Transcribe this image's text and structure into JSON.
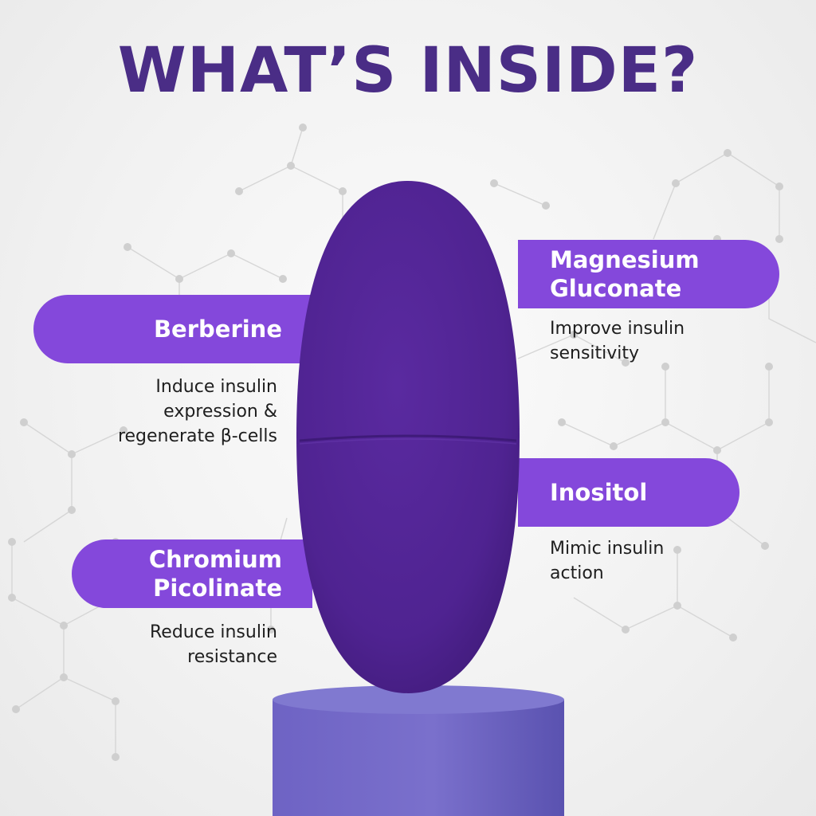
{
  "title": "WHAT’S INSIDE?",
  "colors": {
    "title": "#4a2d86",
    "label_bg": "#8448db",
    "tablet": "#4f2391",
    "pedestal": "#6d66c2"
  },
  "ingredients": {
    "berberine": {
      "name": "Berberine",
      "description": "Induce insulin expression & regenerate β-cells"
    },
    "chromium": {
      "name": "Chromium Picolinate",
      "description": "Reduce insulin resistance"
    },
    "magnesium": {
      "name": "Magnesium Gluconate",
      "description": "Improve insulin sensitivity"
    },
    "inositol": {
      "name": "Inositol",
      "description": "Mimic insulin action"
    }
  }
}
